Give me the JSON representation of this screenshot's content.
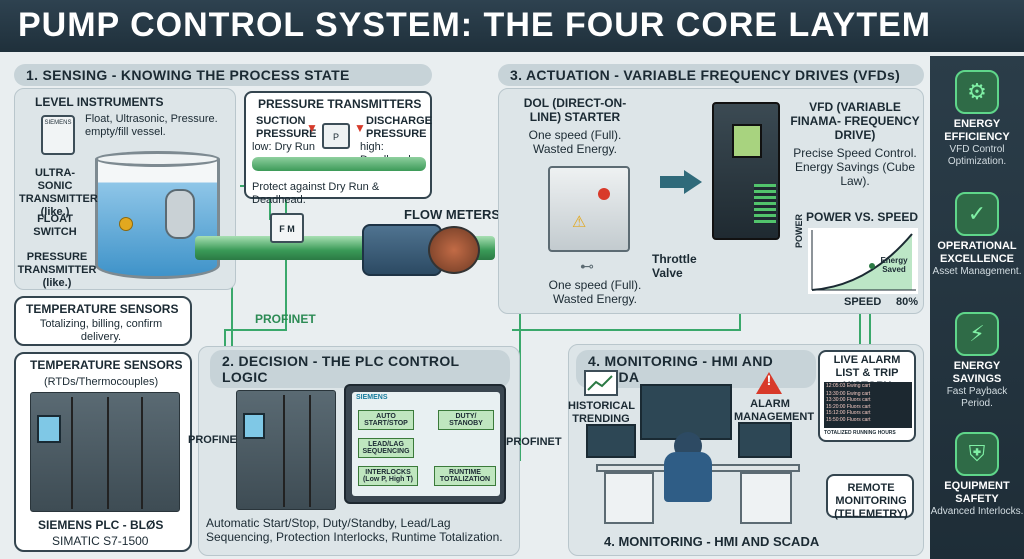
{
  "title": "PUMP CONTROL SYSTEM: THE FOUR CORE LAYTEM",
  "sensing": {
    "head": "1. SENSING - KNOWING THE PROCESS STATE",
    "level_title": "LEVEL INSTRUMENTS",
    "level_desc": "Float, Ultrasonic, Pressure. empty/fill vessel.",
    "ultra": "ULTRA-SONIC TRANSMITTER (like.)",
    "float": "FLOAT SWITCH",
    "pressure_tx": "PRESSURE TRANSMITTER (like.)",
    "siemens_tag": "SIEMENS",
    "pt_title": "PRESSURE TRANSMITTERS",
    "suction": "SUCTION PRESSURE",
    "suction_note": "low: Dry Run",
    "discharge": "DISCHARGE PRESSURE",
    "discharge_note": "high: Deadhead",
    "pt_protect": "Protect against Dry Run & Deadhead.",
    "gauge_fm": "F M",
    "gauge_p": "P",
    "flow_meters": "FLOW METERS",
    "temp1_title": "TEMPERATURE SENSORS",
    "temp1_desc": "Totalizing, billing, confirm delivery.",
    "temp2_title": "TEMPERATURE SENSORS",
    "temp2_desc": "(RTDs/Thermocouples)",
    "plc_name": "SIEMENS PLC - BLØS",
    "plc_model": "SIMATIC S7-1500"
  },
  "actuation": {
    "head": "3. ACTUATION - VARIABLE FREQUENCY DRIVES (VFDs)",
    "dol_title": "DOL (DIRECT-ON-LINE) STARTER",
    "dol_desc": "One speed (Full). Wasted Energy.",
    "throttle": "Throttle Valve",
    "throttle_desc": "One speed (Full). Wasted Energy.",
    "vfd_title": "VFD (VARIABLE FINAMA- FREQUENCY DRIVE)",
    "vfd_desc": "Precise Speed Control. Energy Savings (Cube Law).",
    "pvs_title": "POWER VS. SPEED",
    "pvs_y": "POWER",
    "pvs_x": "SPEED",
    "pvs_pct": "80%",
    "pvs_saved": "Energy Saved"
  },
  "network": {
    "profinet1": "PROFINET",
    "profinet2": "PROFINET",
    "profinet3": "PROFINET"
  },
  "decision": {
    "head": "2. DECISION - THE PLC CONTROL LOGIC",
    "hmi_brand": "SIEMENS",
    "blk_auto": "AUTO START/STOP",
    "blk_duty": "DUTY/ STANOBY",
    "blk_lead": "LEAD/LAG SEQUENCING",
    "blk_interlocks": "INTERLOCKS (Low P, High T)",
    "blk_runtime": "RUNTIME TOTALIZATION",
    "footer": "Automatic Start/Stop, Duty/Standby, Lead/Lag Sequencing, Protection Interlocks, Runtime Totalization."
  },
  "monitoring": {
    "head": "4. MONITORING - HMI AND SCADA",
    "historical": "HISTORICAL TRENDING",
    "alarm": "ALARM MANAGEMENT",
    "alarm_list": "LIVE ALARM LIST & TRIP HISTORY",
    "alarm_rows": [
      "12:05:03 Ewing cart",
      "13:30:00 Ewing cart",
      "13:30:00 Fluors cart",
      "15:20:00 Fluors cart",
      "15:12:00 Fluors cart",
      "15:50:00 Fluors cart",
      "15:50:00 Ewing cart"
    ],
    "totalized": "TOTALIZED RUNNING HOURS",
    "remote": "REMOTE MONITORING (TELEMETRY)",
    "footer_head": "4. MONITORING - HMI AND SCADA"
  },
  "sidebar": [
    {
      "title": "ENERGY EFFICIENCY",
      "sub": "VFD Control Optimization.",
      "icon": "gear-arrows-icon"
    },
    {
      "title": "OPERATIONAL EXCELLENCE",
      "sub": "Asset Management.",
      "icon": "checklist-icon"
    },
    {
      "title": "ENERGY SAVINGS",
      "sub": "Fast Payback Period.",
      "icon": "lightning-icon"
    },
    {
      "title": "EQUIPMENT SAFETY",
      "sub": "Advanced Interlocks.",
      "icon": "shield-icon"
    }
  ]
}
